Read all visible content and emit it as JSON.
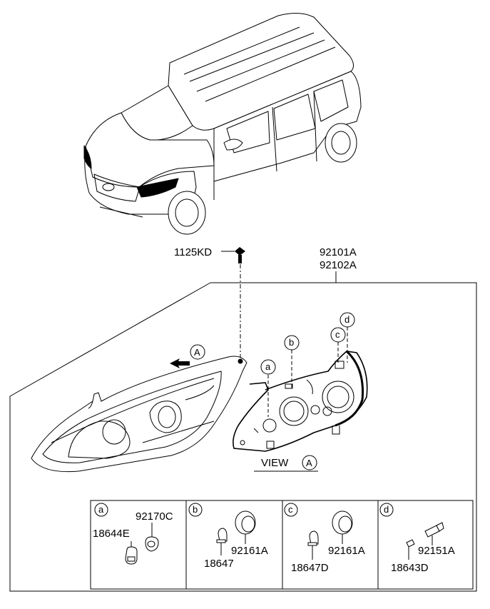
{
  "parts": {
    "bolt": "1125KD",
    "headlamp_lh": "92101A",
    "headlamp_rh": "92102A"
  },
  "view": {
    "label": "VIEW",
    "ref": "A",
    "arrow_ref": "A"
  },
  "callouts": {
    "a": "a",
    "b": "b",
    "c": "c",
    "d": "d"
  },
  "panels": {
    "a": {
      "tag": "a",
      "socket": "92170C",
      "bulb": "18644E"
    },
    "b": {
      "tag": "b",
      "cap": "92161A",
      "bulb": "18647"
    },
    "c": {
      "tag": "c",
      "cap": "92161A",
      "bulb": "18647D"
    },
    "d": {
      "tag": "d",
      "socket": "92151A",
      "bulb": "18643D"
    }
  }
}
